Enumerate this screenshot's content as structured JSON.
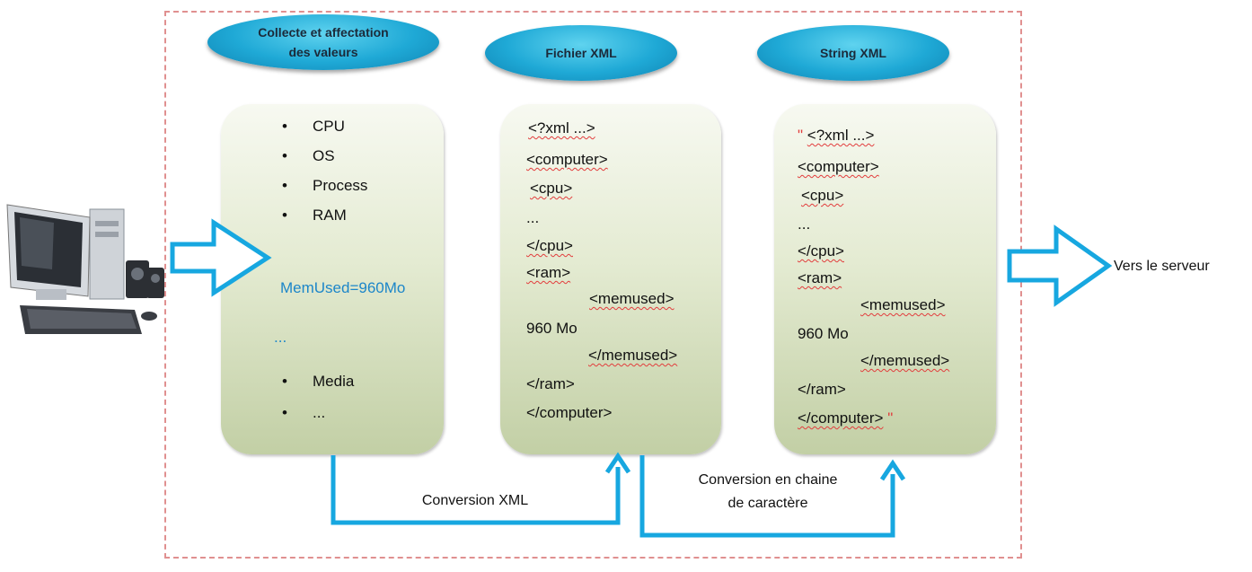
{
  "pills": {
    "collect": [
      "Collecte et affectation",
      "des valeurs"
    ],
    "file": "Fichier XML",
    "string": "String XML"
  },
  "collect_items": [
    "CPU",
    "OS",
    "Process",
    "RAM"
  ],
  "collect_memused": "MemUsed=960Mo",
  "collect_ellipsis": "...",
  "collect_items_bottom": [
    "Media",
    "..."
  ],
  "xml_lines": [
    "<?xml ...>",
    "<computer>",
    "<cpu>",
    "...",
    "</cpu>",
    "<ram>",
    "<memused>",
    "960 Mo",
    "</memused>",
    "</ram>",
    "</computer>"
  ],
  "string_quote": "\"",
  "labels": {
    "conversion_xml": "Conversion XML",
    "conversion_chaine": [
      "Conversion en chaine",
      "de caractère"
    ],
    "server": "Vers le serveur"
  },
  "colors": {
    "arrow": "#17a7e0",
    "pill": "#1fa9d6",
    "frame": "#e09090",
    "quote": "#e23c3c",
    "memused": "#1c86c9"
  }
}
